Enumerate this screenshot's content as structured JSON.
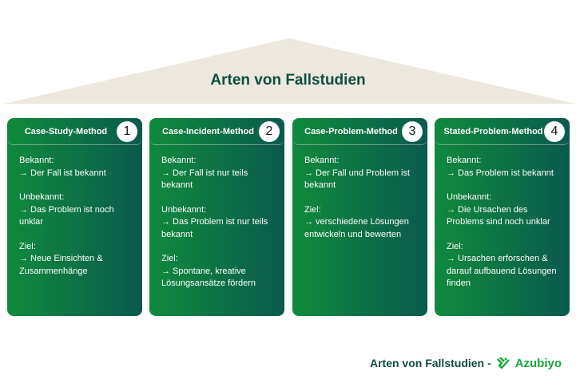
{
  "title": "Arten von Fallstudien",
  "colors": {
    "roof": "#ede8dd",
    "title": "#0e4d45",
    "card_start": "#0f8a3d",
    "card_end": "#0b5a4d",
    "brand": "#17a83b"
  },
  "cards": [
    {
      "title": "Case-Study-Method",
      "number": "1",
      "sections": [
        {
          "label": "Bekannt:",
          "text": "→ Der Fall ist bekannt"
        },
        {
          "label": "Unbekannt:",
          "text": "→ Das Problem ist noch unklar"
        },
        {
          "label": "Ziel:",
          "text": "→ Neue Einsichten & Zusammenhänge"
        }
      ]
    },
    {
      "title": "Case-Incident-Method",
      "number": "2",
      "sections": [
        {
          "label": "Bekannt:",
          "text": "→ Der Fall ist nur teils bekannt"
        },
        {
          "label": "Unbekannt:",
          "text": "→ Das Problem ist nur teils bekannt"
        },
        {
          "label": "Ziel:",
          "text": "→ Spontane, kreative Lösungsansätze fördern"
        }
      ]
    },
    {
      "title": "Case-Problem-Method",
      "number": "3",
      "sections": [
        {
          "label": "Bekannt:",
          "text": "→ Der Fall und Problem ist bekannt"
        },
        {
          "label": "Ziel:",
          "text": "→ verschiedene Lösungen entwickeln und bewerten"
        }
      ]
    },
    {
      "title": "Stated-Problem-Method",
      "number": "4",
      "sections": [
        {
          "label": "Bekannt:",
          "text": "→ Das Problem ist bekannt"
        },
        {
          "label": "Unbekannt:",
          "text": "→ Die Ursachen des Problems sind noch unklar"
        },
        {
          "label": "Ziel:",
          "text": "→ Ursachen erforschen & darauf aufbauend Lösungen finden"
        }
      ]
    }
  ],
  "footer": {
    "text": "Arten von Fallstudien -",
    "brand": "Azubiyo"
  }
}
